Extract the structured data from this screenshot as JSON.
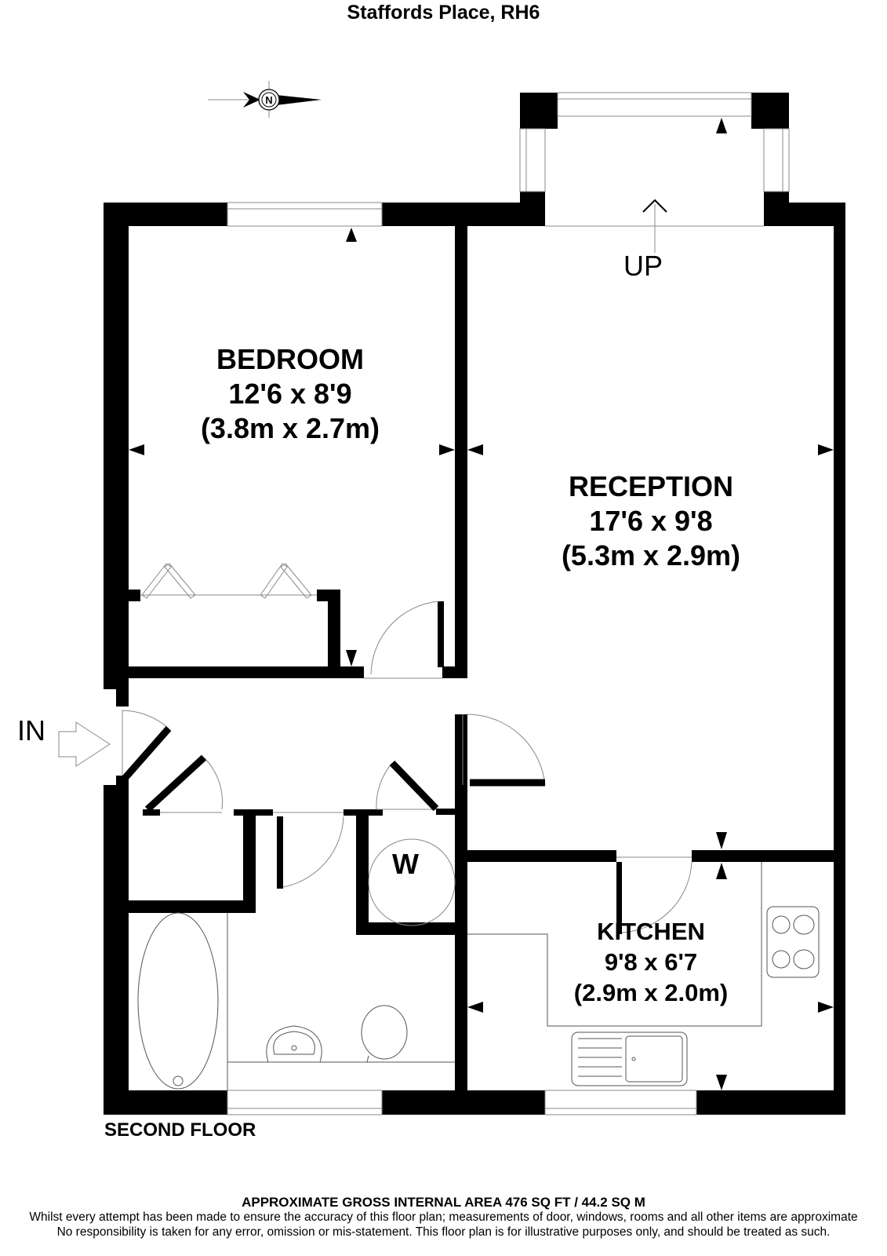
{
  "title": "Staffords Place, RH6",
  "compass": {
    "icon": "north-arrow-icon",
    "letter": "N"
  },
  "rooms": {
    "bedroom": {
      "name": "BEDROOM",
      "imperial": "12'6 x 8'9",
      "metric": "(3.8m x 2.7m)"
    },
    "reception": {
      "name": "RECEPTION",
      "imperial": "17'6 x 9'8",
      "metric": "(5.3m x 2.9m)"
    },
    "kitchen": {
      "name": "KITCHEN",
      "imperial": "9'8 x 6'7",
      "metric": "(2.9m x 2.0m)"
    }
  },
  "labels": {
    "up": "UP",
    "entrance": "IN",
    "washer": "W",
    "floor": "SECOND FLOOR"
  },
  "footer": {
    "area": "APPROXIMATE GROSS INTERNAL AREA 476 SQ FT / 44.2 SQ M",
    "disclaimer_1": "Whilst every attempt has been made to ensure the accuracy of this floor plan; measurements of door, windows, rooms and all other items are approximate",
    "disclaimer_2": "No responsibility is taken for any error, omission or mis-statement. This floor plan is for illustrative purposes only, and should be treated as such."
  },
  "colors": {
    "wall": "#000000",
    "line": "#888888",
    "background": "#ffffff"
  }
}
